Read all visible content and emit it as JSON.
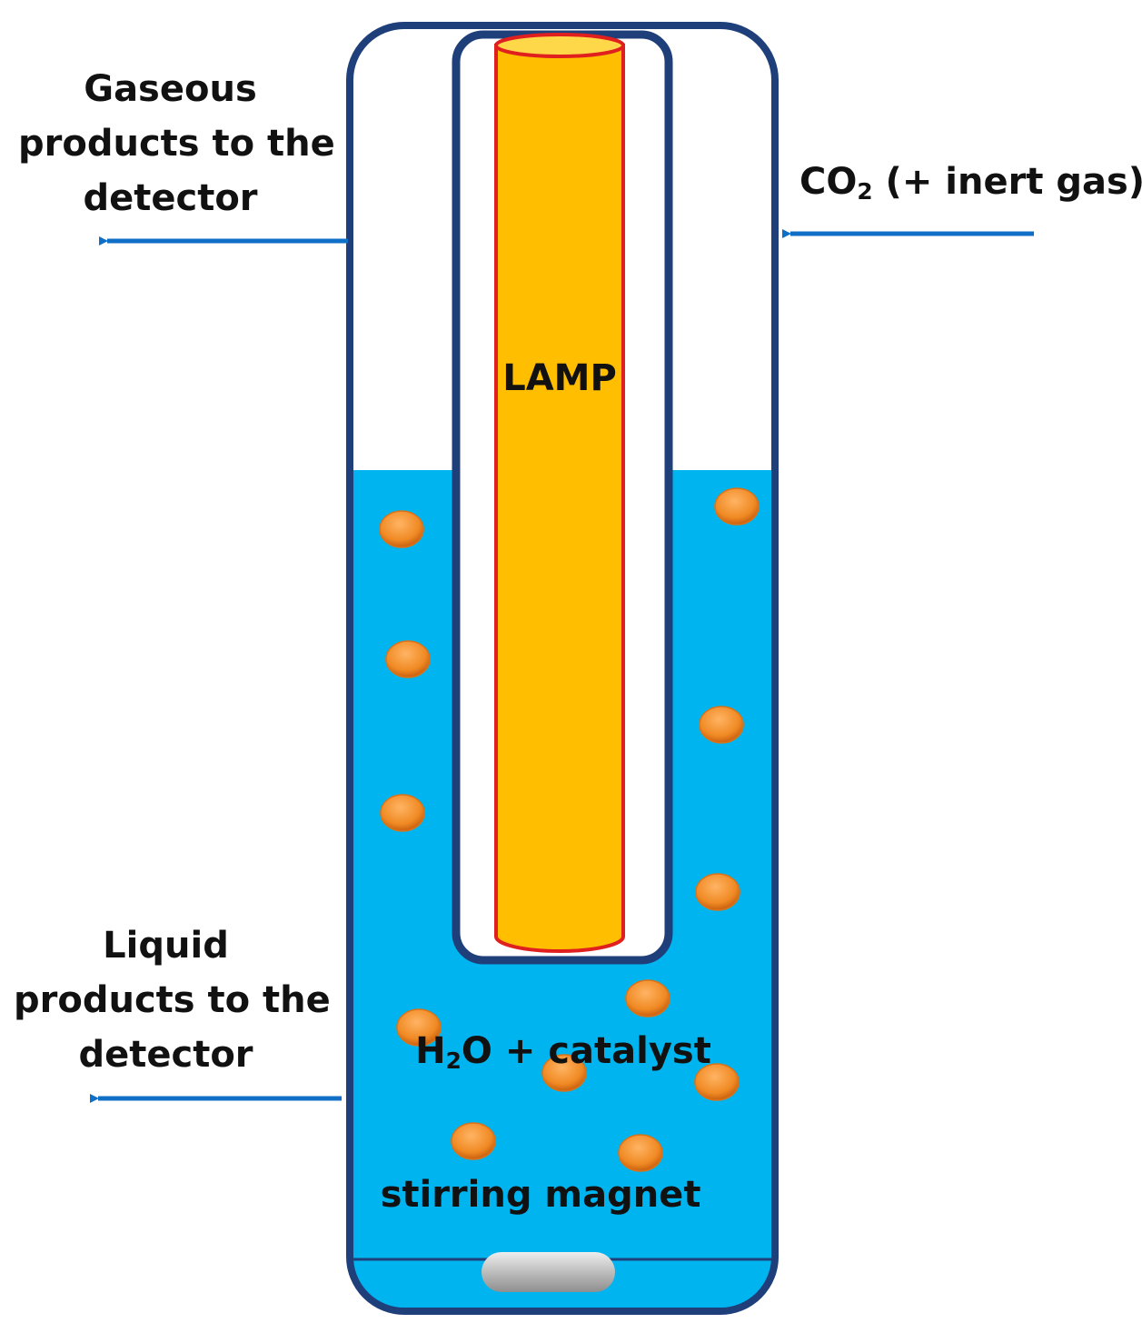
{
  "labels": {
    "gaseous": [
      "Gaseous",
      "products to the",
      "detector"
    ],
    "liquid": [
      "Liquid",
      "products to the",
      "detector"
    ],
    "co2": {
      "main": "CO",
      "sub": "2",
      "rest": " (+ inert gas)"
    },
    "lamp": "LAMP",
    "solution": {
      "h": "H",
      "sub": "2",
      "rest": "O + catalyst"
    },
    "magnet": "stirring magnet"
  },
  "colors": {
    "vessel_outline": "#1f3f7a",
    "water": "#00b5ef",
    "lamp_fill": "#ffbf00",
    "lamp_border": "#e0201e",
    "arrow": "#0f6fc6",
    "particle": "#f08a24",
    "magnet": "#b8b8b8"
  },
  "icons": {
    "arrow": "arrow-left-icon",
    "particle": "catalyst-particle-icon",
    "magnet": "stir-bar-icon"
  }
}
